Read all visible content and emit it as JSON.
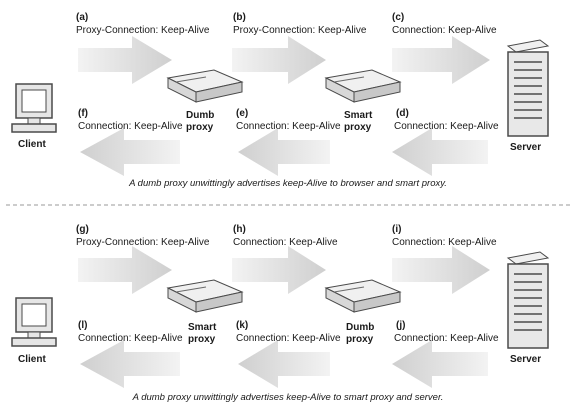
{
  "panels": [
    {
      "caption": "A dumb proxy unwittingly advertises keep-Alive to browser and smart proxy.",
      "client_label": "Client",
      "server_label": "Server",
      "proxy1": [
        "Dumb",
        "proxy"
      ],
      "proxy2": [
        "Smart",
        "proxy"
      ],
      "messages": [
        {
          "step": "(a)",
          "header": "Proxy-Connection: Keep-Alive",
          "direction": "right"
        },
        {
          "step": "(b)",
          "header": "Proxy-Connection: Keep-Alive",
          "direction": "right"
        },
        {
          "step": "(c)",
          "header": "Connection: Keep-Alive",
          "direction": "right"
        },
        {
          "step": "(d)",
          "header": "Connection: Keep-Alive",
          "direction": "left"
        },
        {
          "step": "(e)",
          "header": "Connection: Keep-Alive",
          "direction": "left"
        },
        {
          "step": "(f)",
          "header": "Connection: Keep-Alive",
          "direction": "left"
        }
      ]
    },
    {
      "caption": "A dumb proxy unwittingly advertises keep-Alive to smart proxy and server.",
      "client_label": "Client",
      "server_label": "Server",
      "proxy1": [
        "Smart",
        "proxy"
      ],
      "proxy2": [
        "Dumb",
        "proxy"
      ],
      "messages": [
        {
          "step": "(g)",
          "header": "Proxy-Connection: Keep-Alive",
          "direction": "right"
        },
        {
          "step": "(h)",
          "header": "Connection: Keep-Alive",
          "direction": "right"
        },
        {
          "step": "(i)",
          "header": "Connection: Keep-Alive",
          "direction": "right"
        },
        {
          "step": "(j)",
          "header": "Connection: Keep-Alive",
          "direction": "left"
        },
        {
          "step": "(k)",
          "header": "Connection: Keep-Alive",
          "direction": "left"
        },
        {
          "step": "(l)",
          "header": "Connection: Keep-Alive",
          "direction": "left"
        }
      ]
    }
  ],
  "colors": {
    "arrow": "#d6d6d6",
    "device_fill": "#e6e6e6",
    "device_stroke": "#4a4a4a",
    "divider": "#9a9a9a",
    "text": "#1a1a1a"
  }
}
